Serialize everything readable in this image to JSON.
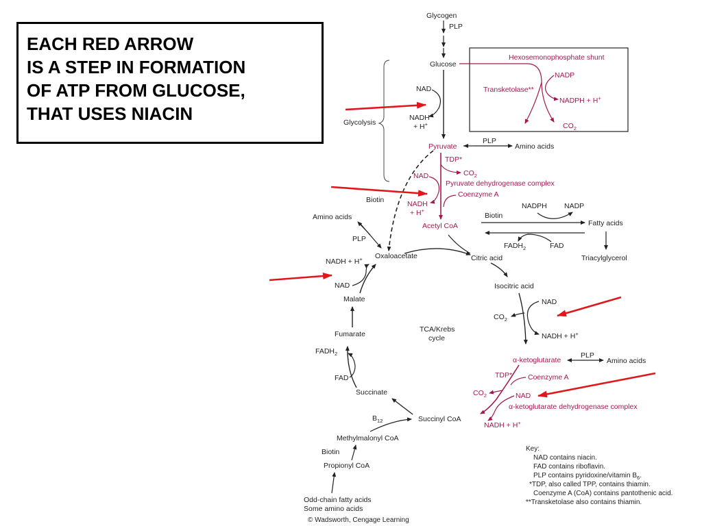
{
  "callout": {
    "lines": [
      "EACH RED ARROW",
      "IS A STEP IN FORMATION",
      "OF ATP FROM GLUCOSE,",
      "THAT USES NIACIN"
    ]
  },
  "colors": {
    "pathway_red": "#a3184f",
    "callout_arrow": "#e0161b",
    "ink": "#222222"
  },
  "diagram": {
    "glycogen": "Glycogen",
    "plp_top": "PLP",
    "glucose": "Glucose",
    "shunt_title": "Hexosemonophosphate shunt",
    "shunt_nadp": "NADP",
    "transketolase": "Transketolase**",
    "shunt_nadph_h": "NADPH + H",
    "shunt_co": "CO",
    "glycolysis": "Glycolysis",
    "nad_glyc": "NAD",
    "nadh_glyc": "NADH",
    "h_glyc": "+ H",
    "pyruvate": "Pyruvate",
    "plp_pyr": "PLP",
    "amino_acids_pyr": "Amino acids",
    "tdp_pdh": "TDP*",
    "co_pdh": "CO",
    "nad_pdh": "NAD",
    "pdh_complex": "Pyruvate dehydrogenase complex",
    "biotin_left": "Biotin",
    "coenzyme_a_pdh": "Coenzyme A",
    "nadh_pdh": "NADH",
    "h_pdh": "+ H",
    "acetyl_coa": "Acetyl CoA",
    "amino_acids_left": "Amino acids",
    "plp_left": "PLP",
    "biotin_fa": "Biotin",
    "nadph_fa": "NADPH",
    "nadp_fa": "NADP",
    "fatty_acids": "Fatty acids",
    "fadh_fa": "FADH",
    "fad_fa": "FAD",
    "triacylglycerol": "Triacylglycerol",
    "oxaloacetate": "Oxaloacetate",
    "citric_acid": "Citric acid",
    "nadh_h_mal": "NADH + H",
    "nad_mal": "NAD",
    "malate": "Malate",
    "isocitric_acid": "Isocitric acid",
    "nad_iso": "NAD",
    "co_iso": "CO",
    "nadh_h_iso": "NADH + H",
    "tca_line1": "TCA/Krebs",
    "tca_line2": "cycle",
    "fumarate": "Fumarate",
    "fadh_tca": "FADH",
    "fad_tca": "FAD",
    "akg": "α-ketoglutarate",
    "plp_akg": "PLP",
    "amino_acids_akg": "Amino acids",
    "tdp_akg": "TDP*",
    "coenzyme_a_akg": "Coenzyme A",
    "co_akg": "CO",
    "nad_akg": "NAD",
    "akg_complex": "α-ketoglutarate dehydrogenase complex",
    "succinate": "Succinate",
    "b12": "B",
    "succinyl_coa": "Succinyl CoA",
    "nadh_h_akg": "NADH + H",
    "methylmalonyl_coa": "Methylmalonyl CoA",
    "biotin_prop": "Biotin",
    "propionyl_coa": "Propionyl CoA",
    "odd_chain": "Odd-chain fatty acids",
    "some_amino": "Some amino acids",
    "copyright": "© Wadsworth, Cengage Learning",
    "plus": "+",
    "sub_2": "2",
    "sub_12": "12",
    "sub_6": "6"
  },
  "key": {
    "title": "Key:",
    "lines": [
      "NAD contains niacin.",
      "FAD contains riboflavin.",
      "PLP contains pyridoxine/vitamin B",
      "*TDP, also called TPP, contains thiamin.",
      "Coenzyme A (CoA) contains pantothenic acid.",
      "**Transketolase also contains thiamin."
    ]
  }
}
